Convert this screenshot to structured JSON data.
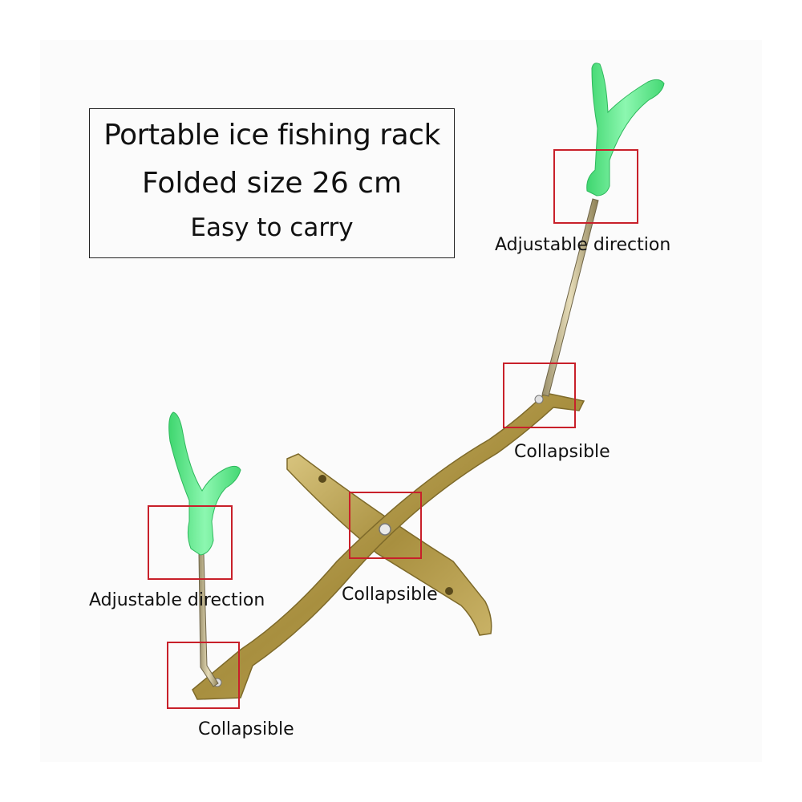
{
  "info_box": {
    "line1": "Portable ice fishing rack",
    "line2": "Folded size 26 cm",
    "line3": "Easy to carry"
  },
  "callouts": {
    "top_right_head": "Adjustable direction",
    "right_hinge": "Collapsible",
    "center_pivot": "Collapsible",
    "left_head": "Adjustable direction",
    "bottom_hinge": "Collapsible"
  },
  "colors": {
    "highlight": "#c8202a",
    "metal": "#b8a055",
    "holder_green": "#6cf09a"
  }
}
